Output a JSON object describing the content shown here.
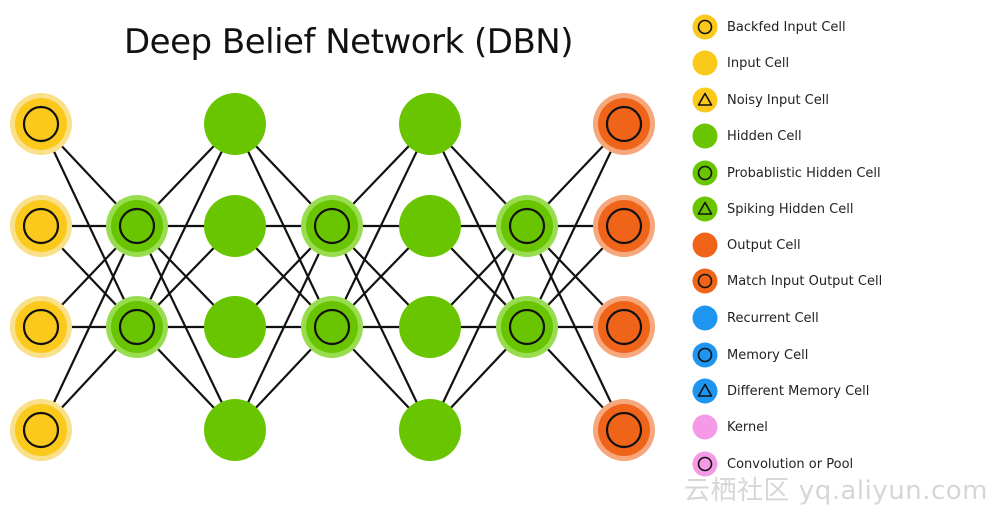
{
  "title": "Deep Belief Network (DBN)",
  "colors": {
    "input_yellow": "#FBC91C",
    "input_ring": "#F9E08A",
    "hidden_green": "#69C500",
    "hidden_ring": "#98DC50",
    "output_orange": "#F0641A",
    "output_ring": "#F6A77C",
    "recurrent_blue": "#1E96F0",
    "kernel_pink": "#F49AE6",
    "edge": "#111111"
  },
  "network": {
    "layers": [
      {
        "name": "input-layer",
        "cell_type": "backfed-input-cell",
        "count": 4
      },
      {
        "name": "hidden-layer-1",
        "cell_type": "probabilistic-hidden-cell",
        "count": 2
      },
      {
        "name": "hidden-layer-2",
        "cell_type": "hidden-cell",
        "count": 4
      },
      {
        "name": "hidden-layer-3",
        "cell_type": "probabilistic-hidden-cell",
        "count": 2
      },
      {
        "name": "hidden-layer-4",
        "cell_type": "hidden-cell",
        "count": 4
      },
      {
        "name": "hidden-layer-5",
        "cell_type": "probabilistic-hidden-cell",
        "count": 2
      },
      {
        "name": "output-layer",
        "cell_type": "match-input-output-cell",
        "count": 4
      }
    ]
  },
  "legend": {
    "items": [
      {
        "label": "Backfed Input Cell",
        "shape": "backfed-input-cell-icon",
        "color": "#FBC91C",
        "marker": "circle"
      },
      {
        "label": "Input Cell",
        "shape": "input-cell-icon",
        "color": "#FBC91C",
        "marker": "none"
      },
      {
        "label": "Noisy Input Cell",
        "shape": "noisy-input-cell-icon",
        "color": "#FBC91C",
        "marker": "triangle"
      },
      {
        "label": "Hidden Cell",
        "shape": "hidden-cell-icon",
        "color": "#69C500",
        "marker": "none"
      },
      {
        "label": "Probablistic Hidden Cell",
        "shape": "probablistic-hidden-cell-icon",
        "color": "#69C500",
        "marker": "circle"
      },
      {
        "label": "Spiking Hidden Cell",
        "shape": "spiking-hidden-cell-icon",
        "color": "#69C500",
        "marker": "triangle"
      },
      {
        "label": "Output Cell",
        "shape": "output-cell-icon",
        "color": "#F0641A",
        "marker": "none"
      },
      {
        "label": "Match Input Output Cell",
        "shape": "match-input-output-cell-icon",
        "color": "#F0641A",
        "marker": "circle"
      },
      {
        "label": "Recurrent Cell",
        "shape": "recurrent-cell-icon",
        "color": "#1E96F0",
        "marker": "none"
      },
      {
        "label": "Memory Cell",
        "shape": "memory-cell-icon",
        "color": "#1E96F0",
        "marker": "circle"
      },
      {
        "label": "Different Memory Cell",
        "shape": "different-memory-cell-icon",
        "color": "#1E96F0",
        "marker": "triangle"
      },
      {
        "label": "Kernel",
        "shape": "kernel-icon",
        "color": "#F49AE6",
        "marker": "none"
      },
      {
        "label": "Convolution or Pool",
        "shape": "convolution-or-pool-icon",
        "color": "#F49AE6",
        "marker": "circle"
      }
    ]
  },
  "watermark": "云栖社区 yq.aliyun.com"
}
